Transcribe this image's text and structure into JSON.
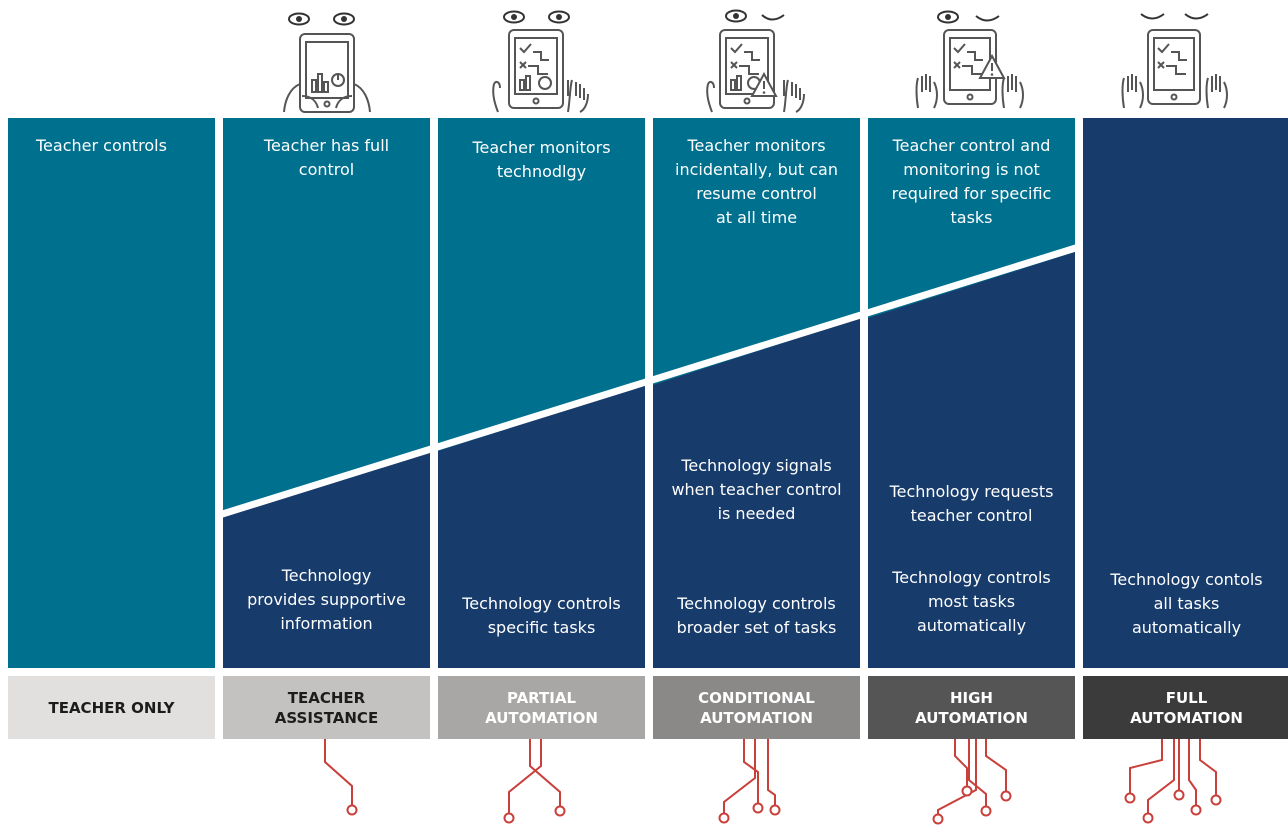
{
  "colors": {
    "upper_fill": "#00708f",
    "lower_fill": "#173b6b",
    "circuit_red": "#c9403b",
    "icon_stroke": "#555555",
    "label_bg": [
      "#e1e0de",
      "#c3c2c0",
      "#a8a7a5",
      "#8a8988",
      "#555555",
      "#3b3b3b"
    ],
    "label_fg": [
      "#1c1c1c",
      "#1c1c1c",
      "#ffffff",
      "#ffffff",
      "#ffffff",
      "#ffffff"
    ]
  },
  "columns": [
    {
      "id": "teacher-only",
      "eyes": [
        "none",
        "none"
      ],
      "upper_text": "Teacher controls",
      "lower_text": "",
      "label": "TEACHER ONLY",
      "split": null
    },
    {
      "id": "teacher-assistance",
      "eyes": [
        "open",
        "open"
      ],
      "icons": [
        "hands-holding",
        "tablet-charts"
      ],
      "upper_text": "Teacher has full\ncontrol",
      "lower_text": "Technology\nprovides supportive\ninformation",
      "label": "TEACHER\nASSISTANCE",
      "split": "diagonal"
    },
    {
      "id": "partial-automation",
      "eyes": [
        "open",
        "open"
      ],
      "icons": [
        "hand-raised",
        "tablet-flowchart"
      ],
      "upper_text": "Teacher monitors\ntechnodlgy",
      "lower_text": "Technology controls\nspecific tasks",
      "label": "PARTIAL\nAUTOMATION",
      "split": "diagonal"
    },
    {
      "id": "conditional-automation",
      "eyes": [
        "open",
        "closed"
      ],
      "icons": [
        "hand-raised",
        "tablet-flowchart",
        "warning-triangle"
      ],
      "upper_text": "Teacher monitors\nincidentally, but can\nresume control\nat all time",
      "lower_text_signal": "Technology signals\nwhen teacher control\nis needed",
      "lower_text": "Technology controls\nbroader set of tasks",
      "label": "CONDITIONAL\nAUTOMATION",
      "split": "diagonal"
    },
    {
      "id": "high-automation",
      "eyes": [
        "open",
        "closed"
      ],
      "icons": [
        "hands-raised",
        "tablet-flowchart",
        "warning-triangle"
      ],
      "upper_text": "Teacher control and\nmonitoring is not\nrequired for specific\ntasks",
      "lower_text_signal": "Technology requests\nteacher control",
      "lower_text": "Technology controls\nmost tasks\nautomatically",
      "label": "HIGH\nAUTOMATION",
      "split": "diagonal"
    },
    {
      "id": "full-automation",
      "eyes": [
        "closed",
        "closed"
      ],
      "icons": [
        "hands-raised",
        "tablet-flowchart"
      ],
      "upper_text": "",
      "lower_text": "Technology contols\nall tasks\nautomatically",
      "label": "FULL\nAUTOMATION",
      "split": "all-lower"
    }
  ]
}
